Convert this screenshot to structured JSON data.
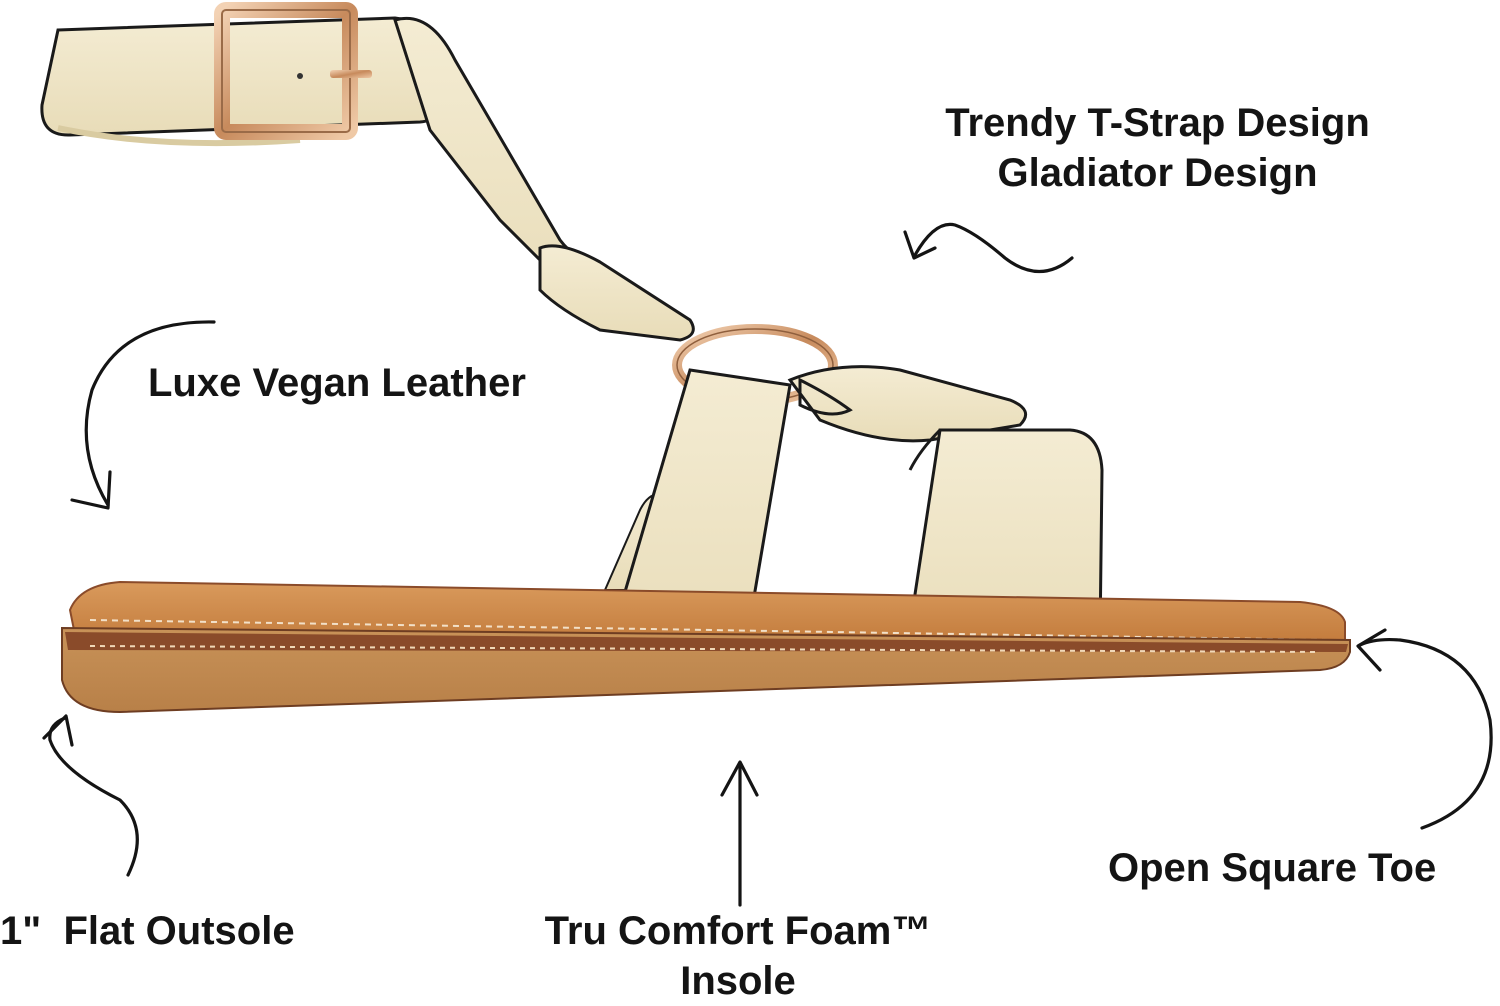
{
  "features": {
    "tstrap": {
      "line1": "Trendy T-Strap Design",
      "line2": "Gladiator Design"
    },
    "leather": "Luxe Vegan Leather",
    "outsole": "1\"  Flat Outsole",
    "insole": {
      "line1": "Tru Comfort Foam™",
      "line2": "Insole"
    },
    "toe": "Open Square Toe"
  },
  "colors": {
    "strap": "#efe6c8",
    "strap_edge": "#1a1a1a",
    "hardware": "#c9966a",
    "footbed": "#cf8b4d",
    "outsole": "#c48a52",
    "outsole_band": "#8a4b2a",
    "arrow": "#141414"
  },
  "icons": {
    "buckle": "square-buckle",
    "ring": "o-ring-hardware"
  }
}
